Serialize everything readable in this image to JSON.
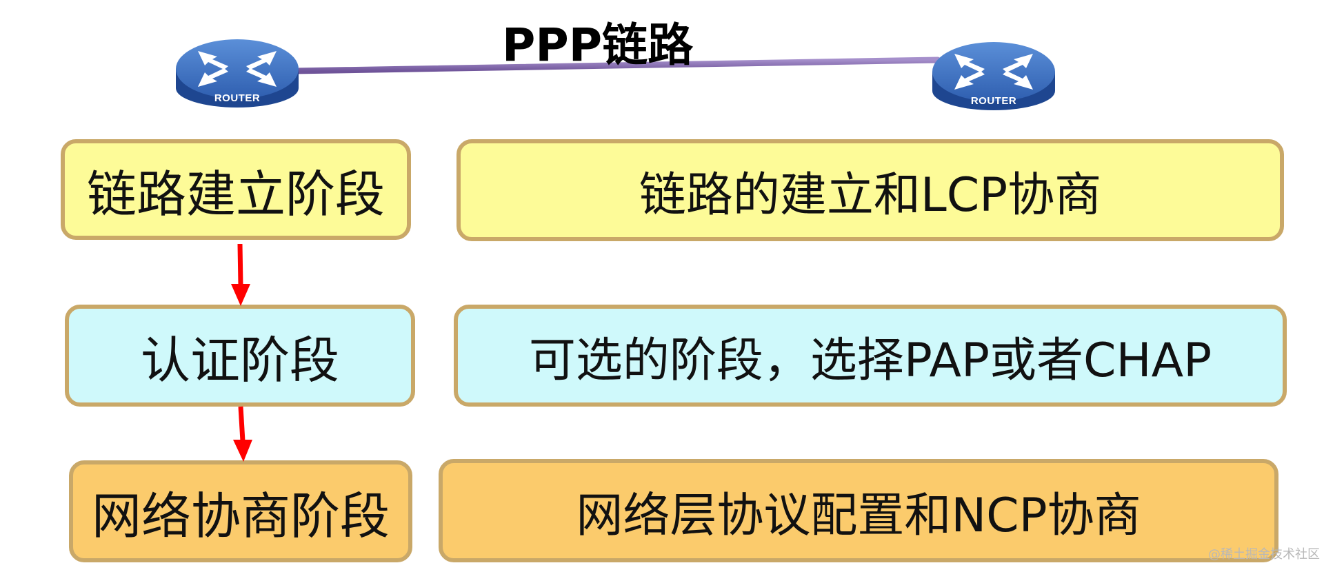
{
  "title": "PPP链路",
  "routers": [
    {
      "label": "ROUTER"
    },
    {
      "label": "ROUTER"
    }
  ],
  "phases": [
    {
      "name": "链路建立阶段",
      "description": "链路的建立和LCP协商",
      "color": "#fdfb98"
    },
    {
      "name": "认证阶段",
      "description": "可选的阶段，选择PAP或者CHAP",
      "color": "#cff9fb"
    },
    {
      "name": "网络协商阶段",
      "description": "网络层协议配置和NCP协商",
      "color": "#fbcb6c"
    }
  ],
  "colors": {
    "link_line": "#8a6cb2",
    "arrow": "#ff0000",
    "box_border": "#c9a868",
    "router_body": "#2f5fb0"
  },
  "watermark": "@稀土掘金技术社区"
}
